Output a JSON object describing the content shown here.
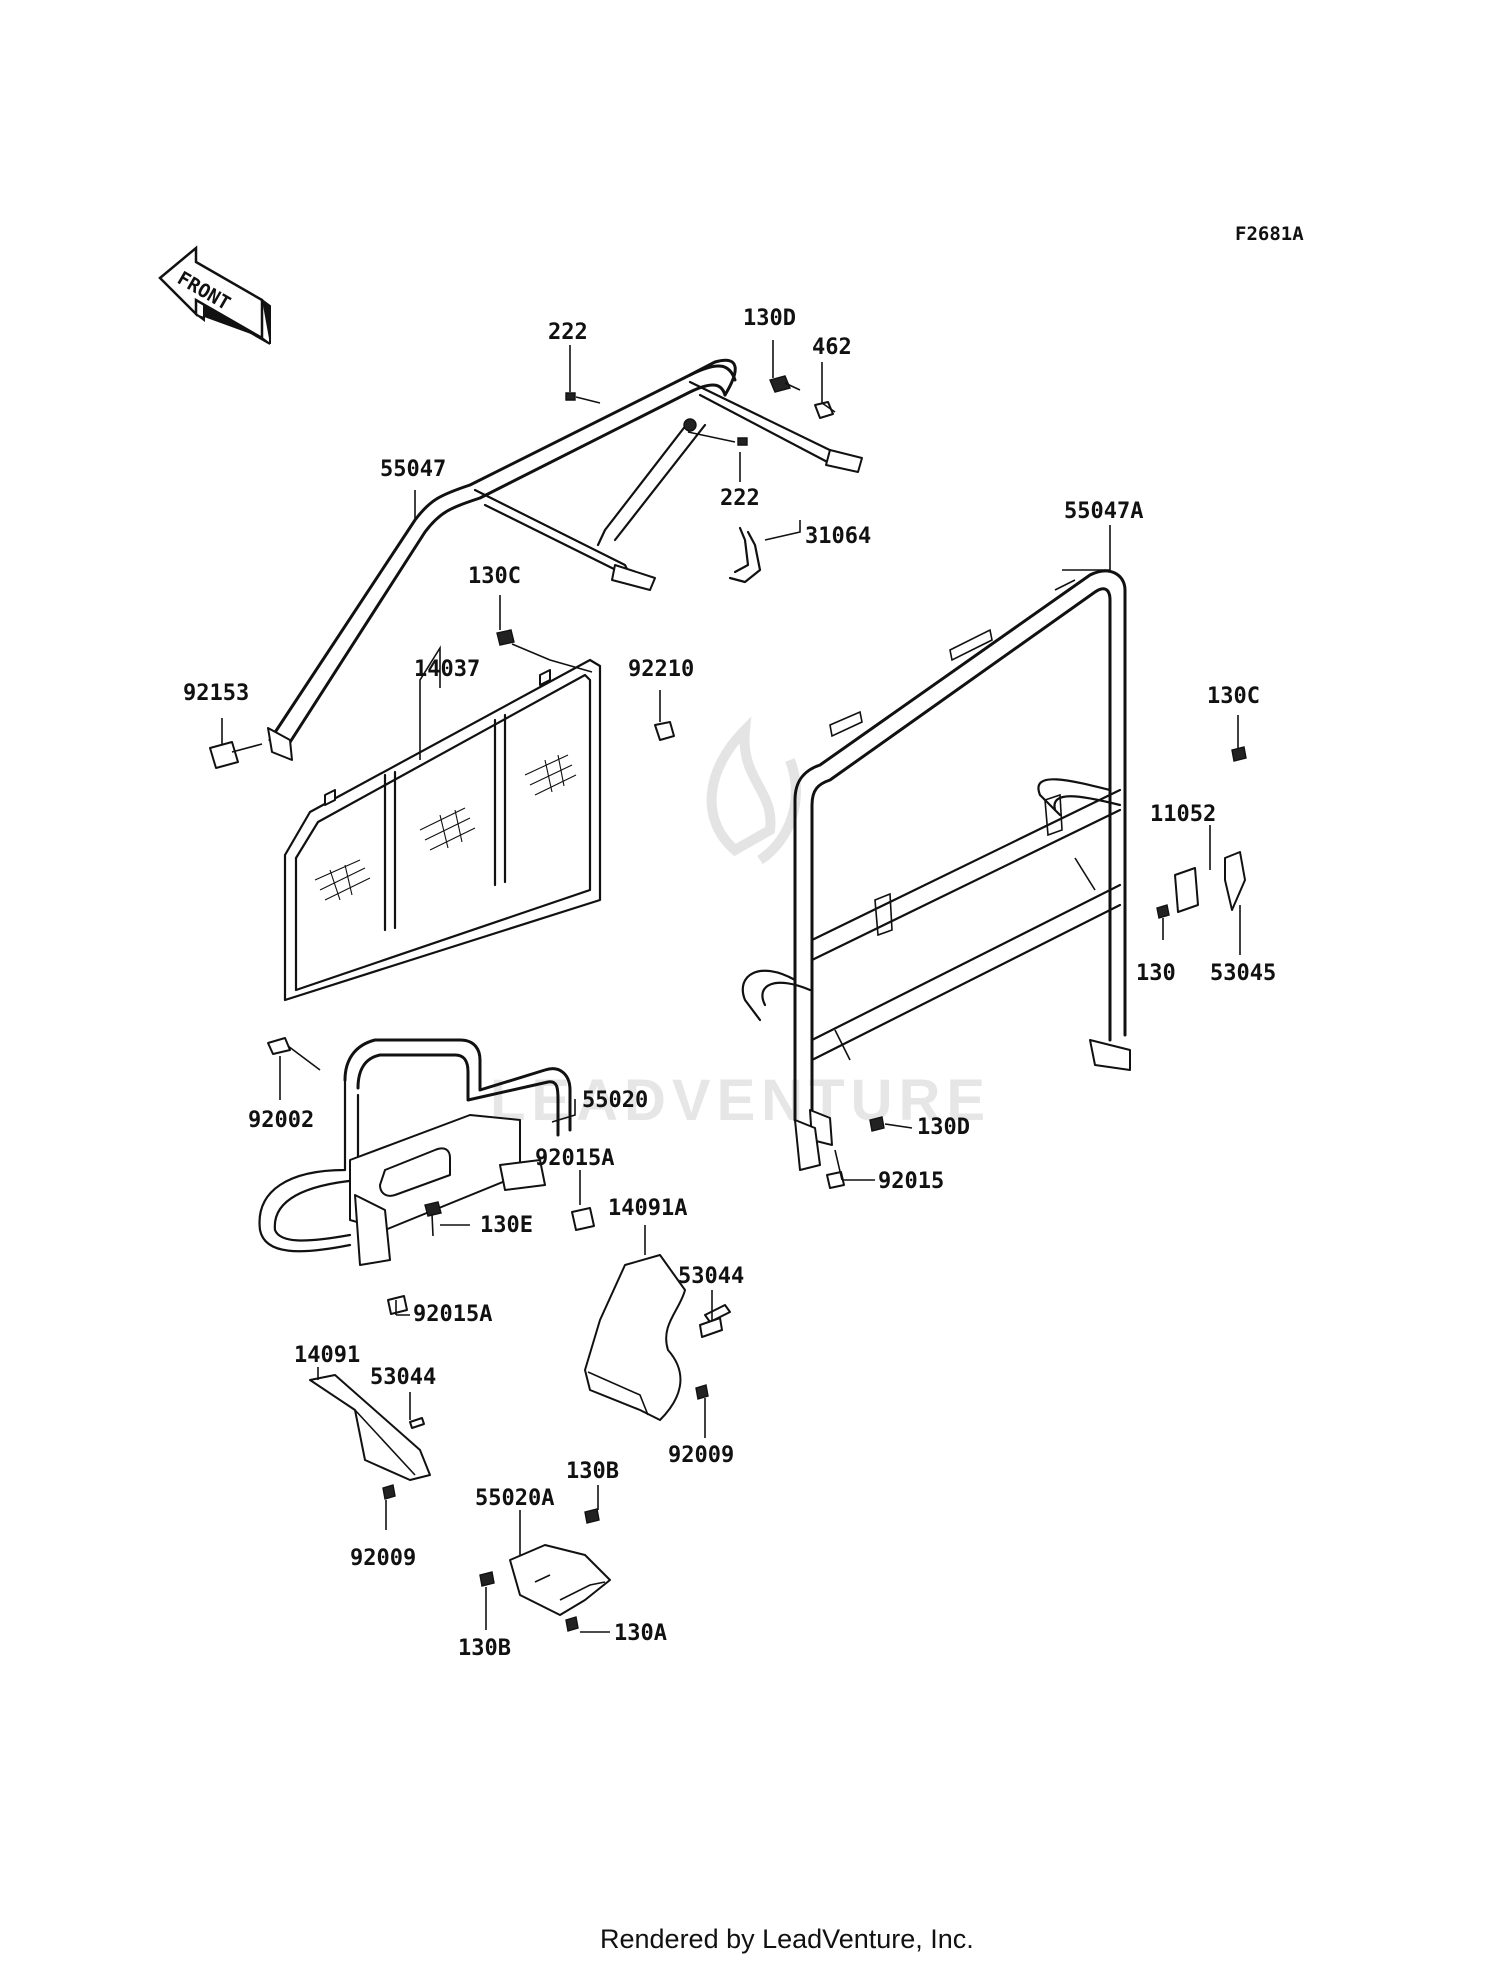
{
  "diagram_code": "F2681A",
  "front_label": "FRONT",
  "watermark": "LEADVENTURE",
  "footer": "Rendered by LeadVenture, Inc.",
  "labels": {
    "l222a": "222",
    "l130d_top": "130D",
    "l462": "462",
    "l55047": "55047",
    "l222b": "222",
    "l31064": "31064",
    "l55047a": "55047A",
    "l130c_left": "130C",
    "l14037": "14037",
    "l92210": "92210",
    "l92153": "92153",
    "l130c_right": "130C",
    "l11052": "11052",
    "l130": "130",
    "l53045": "53045",
    "l92002": "92002",
    "l55020": "55020",
    "l92015a_upper": "92015A",
    "l130e": "130E",
    "l14091a": "14091A",
    "l130d_right": "130D",
    "l92015": "92015",
    "l53044_right": "53044",
    "l92015a_lower": "92015A",
    "l14091": "14091",
    "l53044_left": "53044",
    "l92009_right": "92009",
    "l130b_top": "130B",
    "l55020a": "55020A",
    "l92009_left": "92009",
    "l130a": "130A",
    "l130b_bottom": "130B"
  }
}
